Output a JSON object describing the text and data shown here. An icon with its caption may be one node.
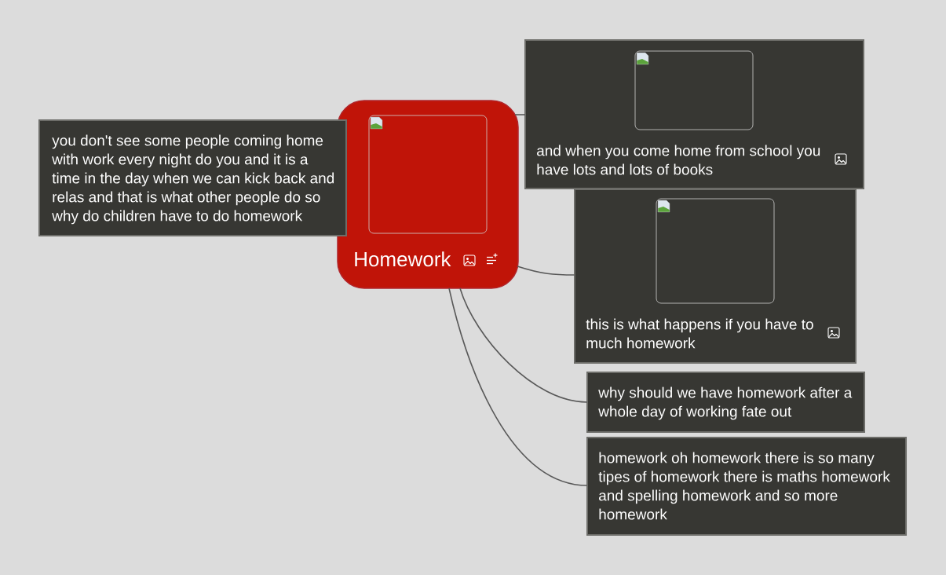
{
  "diagram": {
    "nodes": [
      {
        "text": [
          "Homework"
        ]
      },
      {
        "text": [
          "you don't see some people coming home with work every night do you and it is a time in the day when we can kick back and relas and that is what other people do so why do children have to do homework"
        ]
      },
      {
        "text": [
          "and when you come home from school you have lots and lots of books"
        ]
      },
      {
        "text": [
          "this is what happens if you have to much homework"
        ]
      },
      {
        "text": [
          "why should we have homework after a whole day of working fate out"
        ]
      },
      {
        "text": [
          "homework oh homework there is so many tipes of homework there is maths homework and spelling homework and so more homework"
        ]
      }
    ],
    "edges": [
      {
        "from": 0,
        "to": 2,
        "arrow": "none"
      },
      {
        "from": 0,
        "to": 3,
        "arrow": "none"
      },
      {
        "from": 0,
        "to": 4,
        "arrow": "none"
      },
      {
        "from": 0,
        "to": 5,
        "arrow": "none"
      }
    ]
  }
}
